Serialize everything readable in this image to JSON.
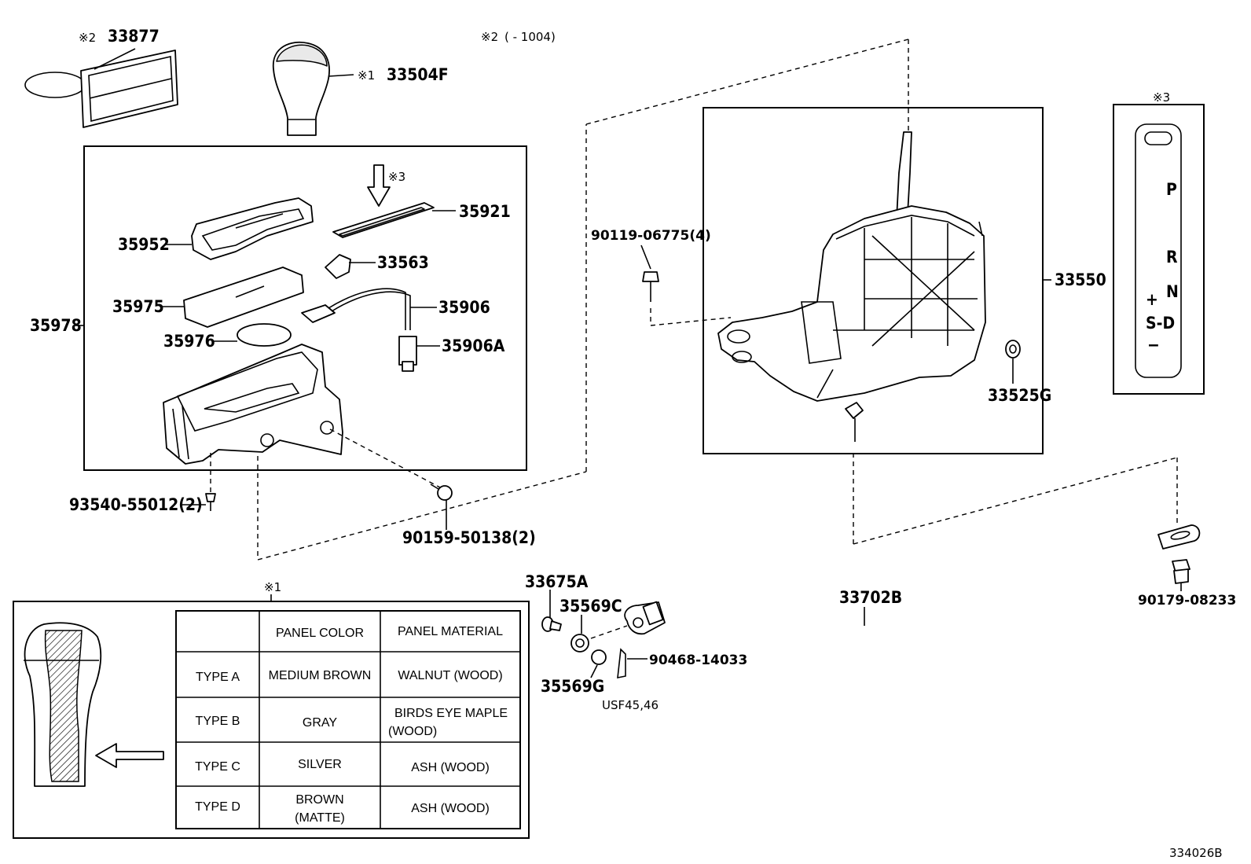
{
  "header": {
    "note_ref": "※2",
    "note_range": "( - 1004)"
  },
  "callouts": {
    "p33877": "33877",
    "p33504F": "33504F",
    "p35921": "35921",
    "p35952": "35952",
    "p33563": "33563",
    "p35975": "35975",
    "p35906": "35906",
    "p35978": "35978",
    "p35976": "35976",
    "p35906A": "35906A",
    "p93540": "93540-55012(2)",
    "p90159": "90159-50138(2)",
    "p90119": "90119-06775(4)",
    "p33550": "33550",
    "p33525G": "33525G",
    "p33675A": "33675A",
    "p35569C": "35569C",
    "p35569G": "35569G",
    "p90468": "90468-14033",
    "p33702B": "33702B",
    "p90179": "90179-08233",
    "usf": "USF45,46"
  },
  "markers": {
    "m2": "※2",
    "m1": "※1",
    "m3": "※3",
    "m3_panel": "※3",
    "m1_table": "※1"
  },
  "gate_panel": {
    "letters": [
      "P",
      "R",
      "N",
      "+",
      "S-D",
      "−"
    ]
  },
  "table": {
    "headers": [
      "",
      "PANEL COLOR",
      "PANEL MATERIAL"
    ],
    "rows": [
      {
        "type": "TYPE A",
        "color": "MEDIUM BROWN",
        "material": "WALNUT (WOOD)"
      },
      {
        "type": "TYPE B",
        "color": "GRAY",
        "material": [
          "BIRDS EYE MAPLE",
          "(WOOD)"
        ]
      },
      {
        "type": "TYPE C",
        "color": "SILVER",
        "material": "ASH (WOOD)"
      },
      {
        "type": "TYPE D",
        "color": [
          "BROWN",
          "(MATTE)"
        ],
        "material": "ASH (WOOD)"
      }
    ]
  },
  "figure_id": "334026B"
}
